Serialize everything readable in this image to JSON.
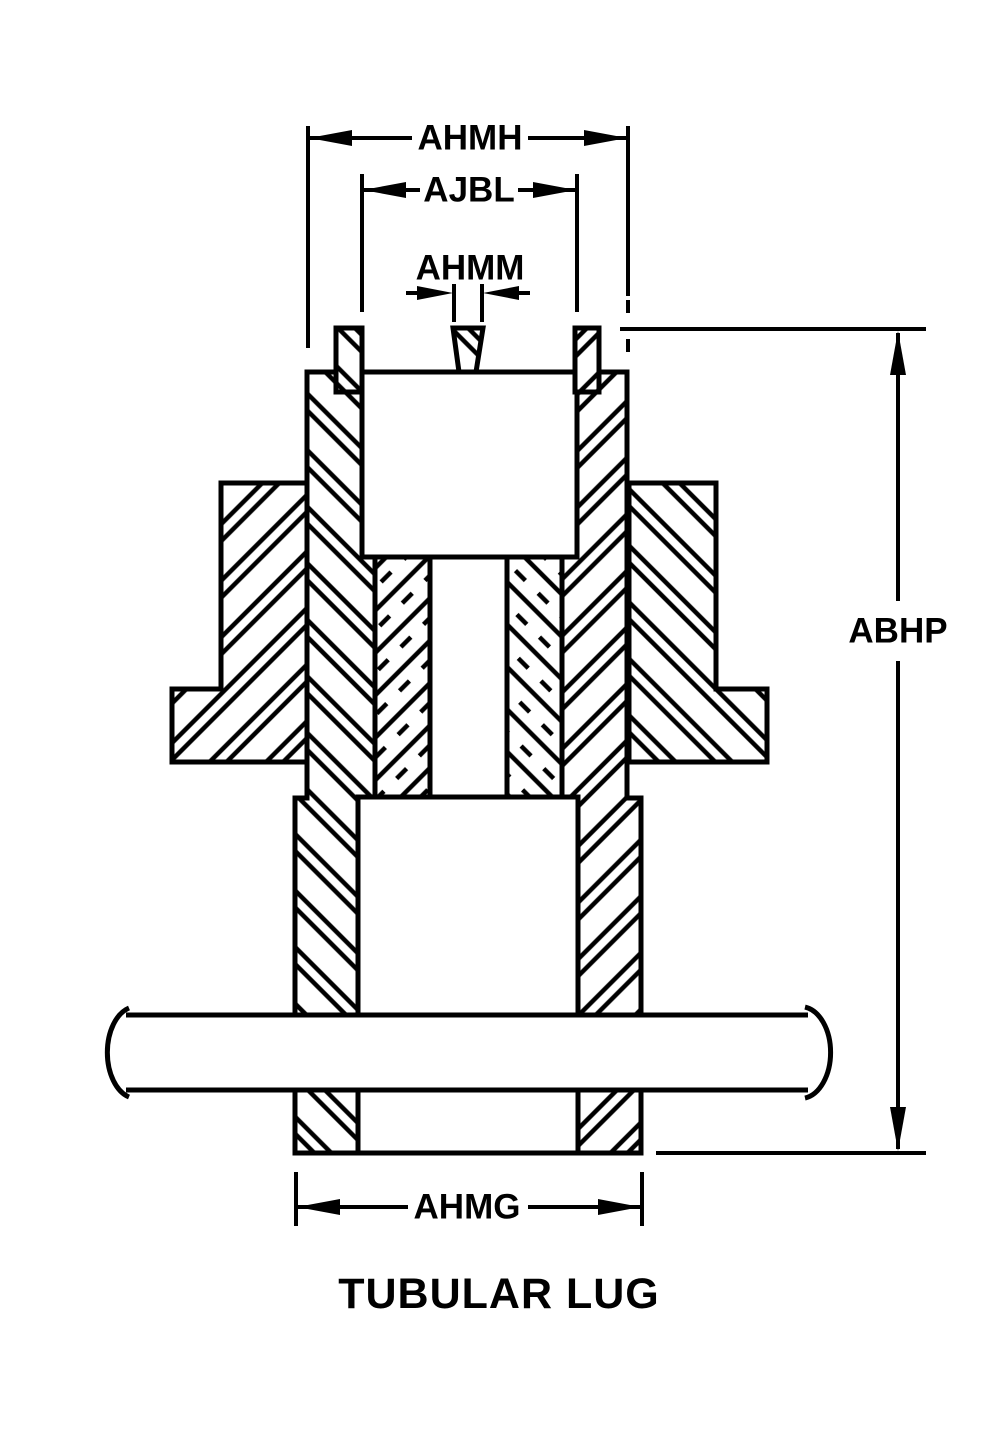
{
  "drawing": {
    "title": "TUBULAR LUG",
    "labels": {
      "ahmh": "AHMH",
      "ajbl": "AJBL",
      "ahmm": "AHMM",
      "abhp": "ABHP",
      "ahmg": "AHMG"
    },
    "colors": {
      "line": "#000000",
      "background": "#ffffff"
    }
  }
}
